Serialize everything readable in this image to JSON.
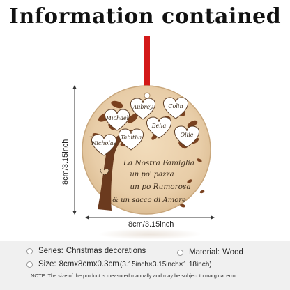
{
  "headline": "Information contained",
  "dimensions": {
    "height_label": "8cm/3.15inch",
    "width_label": "8cm/3.15inch"
  },
  "ornament": {
    "names": [
      "Aubrey",
      "Colin",
      "Michael",
      "Bella",
      "Ollie",
      "Tabitha",
      "Nicholas"
    ],
    "phrase_lines": [
      "La Nostra Famiglia",
      "un po' pazza",
      "un po Rumorosa",
      "& un sacco di Amore"
    ],
    "ribbon_color": "#d31919",
    "wood_color": "#e8cda8"
  },
  "specs": {
    "series_label": "Series:",
    "series_value": "Christmas decorations",
    "material_label": "Material:",
    "material_value": "Wood",
    "size_label": "Size:",
    "size_metric": "8cmx8cmx0.3cm",
    "size_imperial": "(3.15inch×3.15inch×1.18inch)"
  },
  "note": "NOTE: The size of the product is measured manually and may be subject to marginal error."
}
